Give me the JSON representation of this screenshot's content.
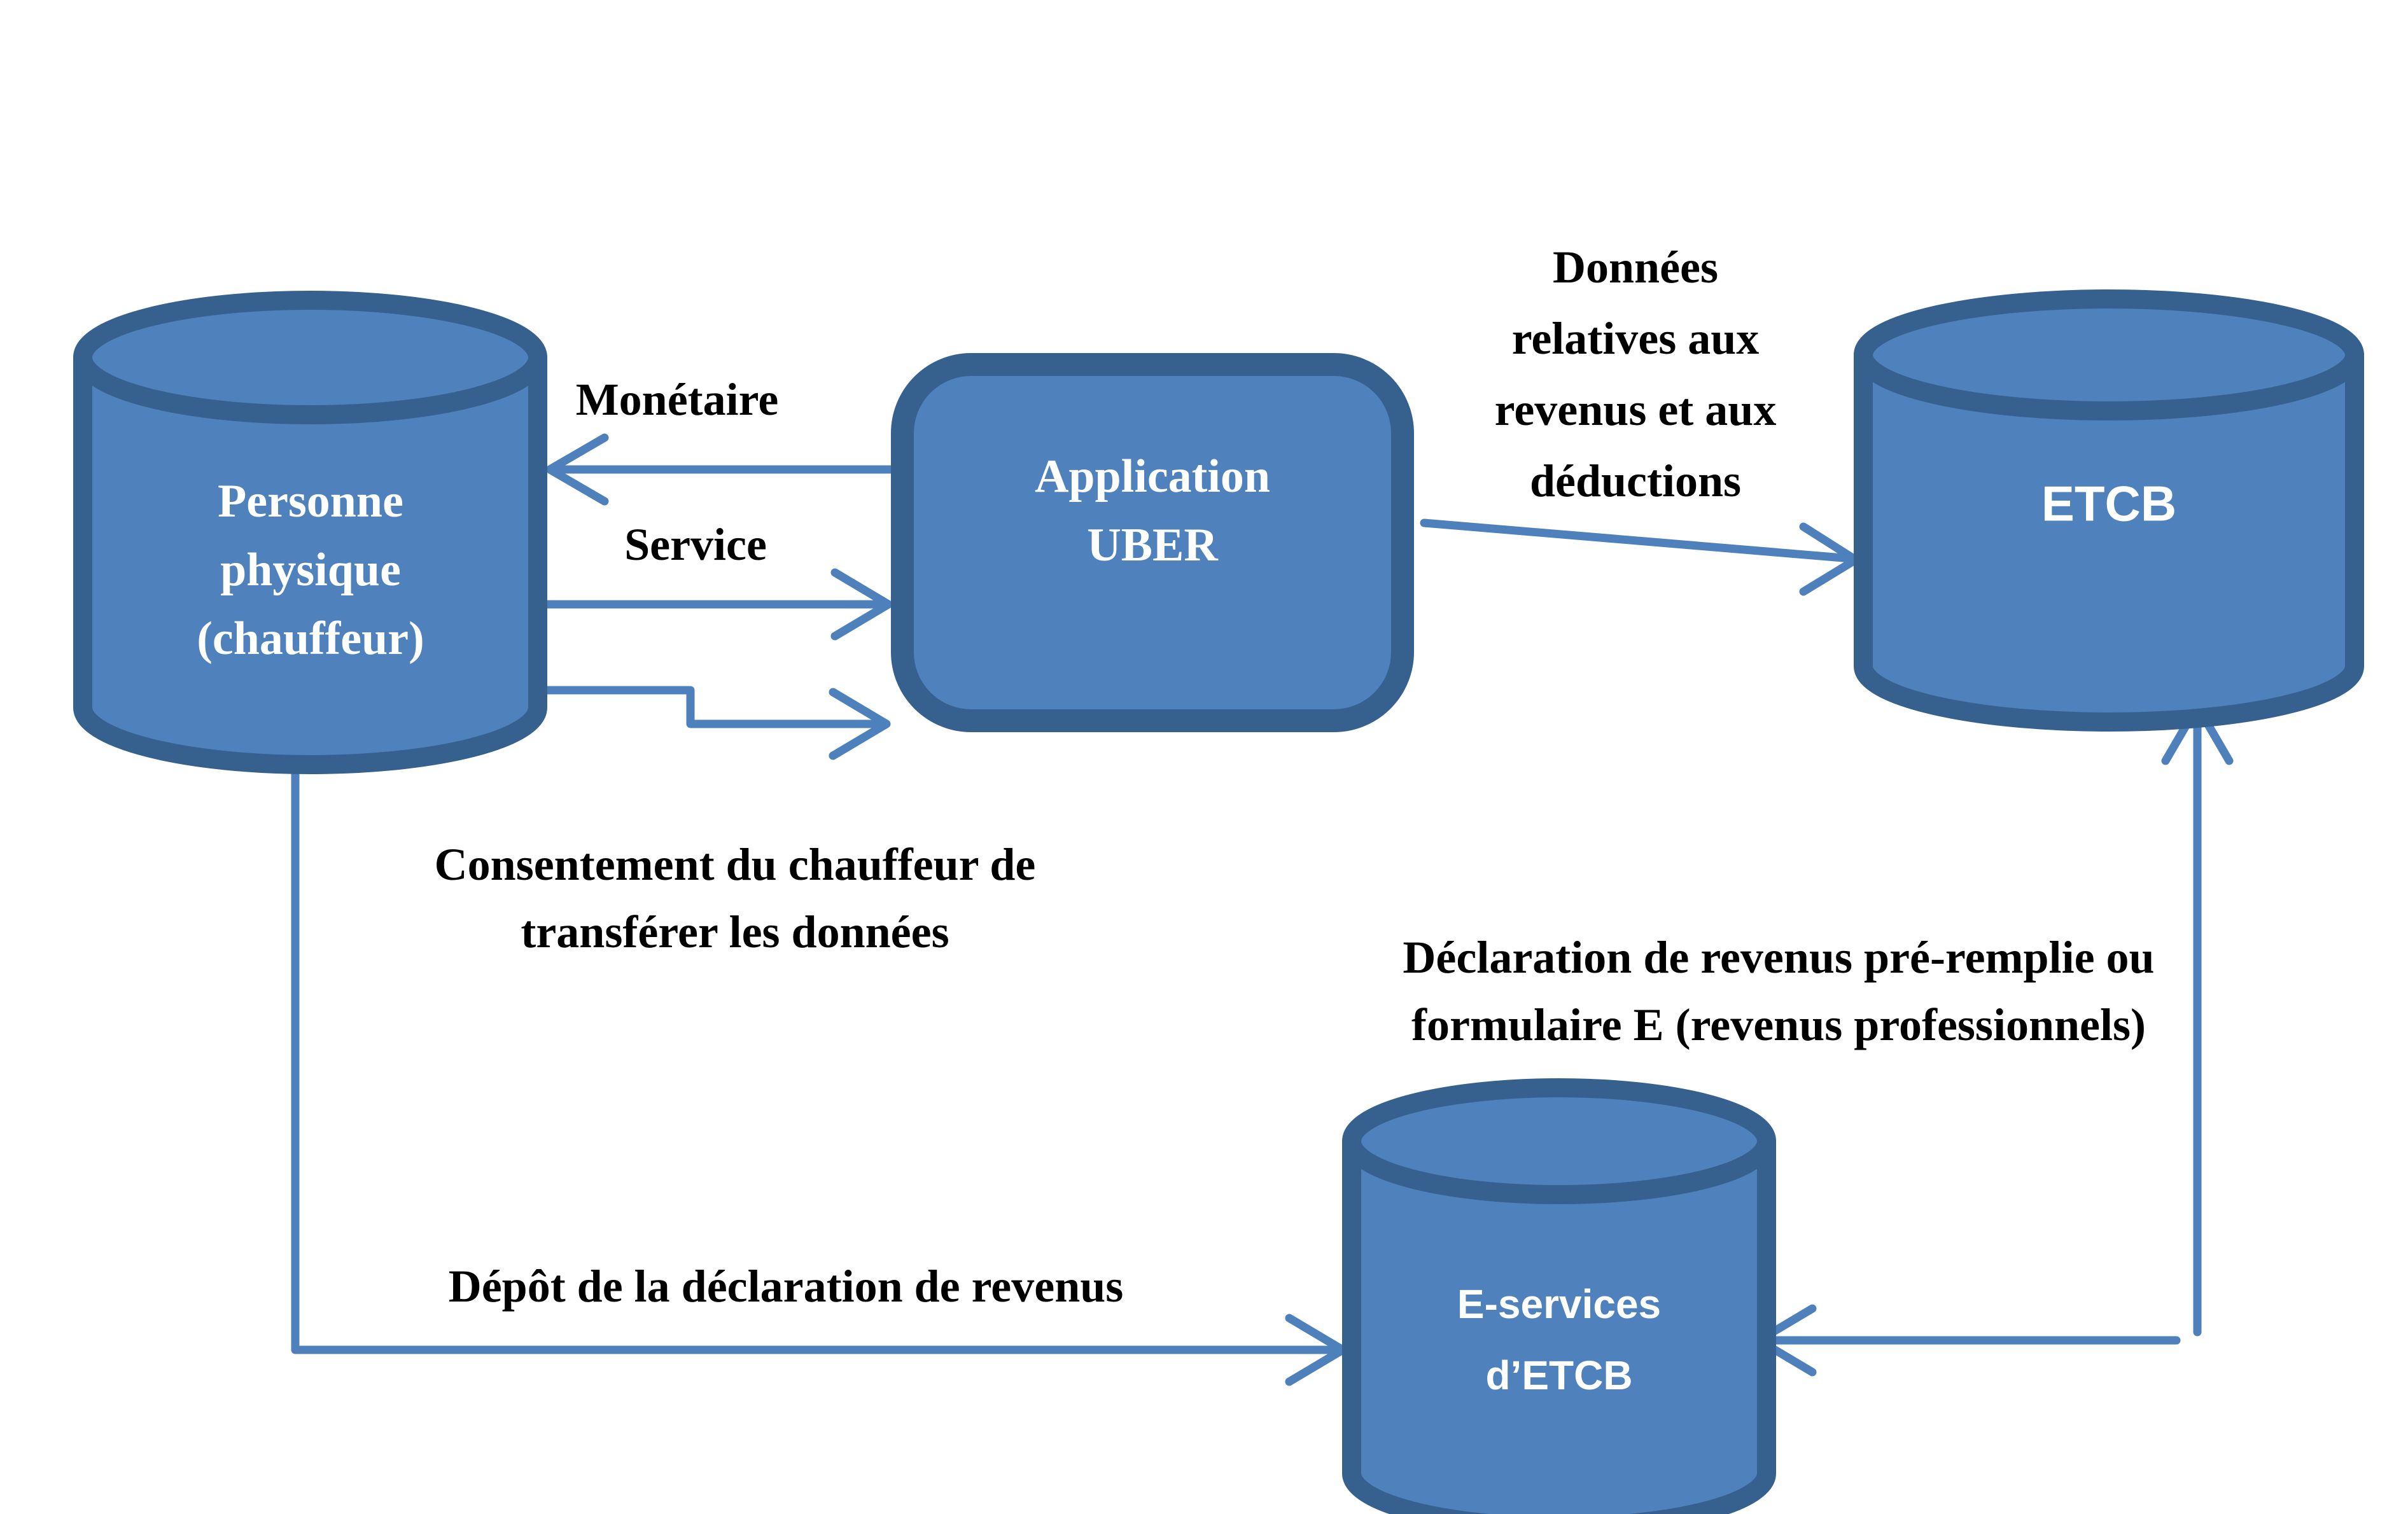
{
  "diagram_type": "flow-diagram",
  "colors": {
    "node_fill": "#4F81BD",
    "node_border": "#36618E",
    "arrow": "#4E80BC",
    "edge_label_text": "#000000",
    "node_label_text": "#FFFFFF",
    "background": "#FFFFFF"
  },
  "nodes": {
    "personne": {
      "shape": "cylinder",
      "lines": [
        "Personne",
        "physique",
        "(chauffeur)"
      ]
    },
    "uber": {
      "shape": "rounded-rectangle",
      "lines": [
        "Application",
        "UBER"
      ]
    },
    "etcb": {
      "shape": "cylinder",
      "lines": [
        "ETCB"
      ]
    },
    "eservices": {
      "shape": "cylinder",
      "lines": [
        "E-services",
        "d’ETCB"
      ]
    }
  },
  "edges": {
    "monetaire": {
      "label": "Monétaire",
      "from": "uber",
      "to": "personne"
    },
    "service": {
      "label": "Service",
      "from": "personne",
      "to": "uber"
    },
    "consentement": {
      "label_lines": [
        "Consentement du chauffeur de",
        "transférer les données"
      ],
      "from": "personne",
      "to": "uber"
    },
    "donnees": {
      "label_lines": [
        "Données",
        "relatives aux",
        "revenus et aux",
        "déductions"
      ],
      "from": "uber",
      "to": "etcb"
    },
    "depot": {
      "label": "Dépôt de la déclaration de revenus",
      "from": "personne",
      "to": "eservices"
    },
    "declaration": {
      "label_lines": [
        "Déclaration de revenus pré-remplie ou",
        "formulaire E (revenus professionnels)"
      ],
      "from": "etcb",
      "to": "eservices"
    },
    "transmission": {
      "label": "",
      "from": "eservices",
      "to": "etcb"
    }
  }
}
